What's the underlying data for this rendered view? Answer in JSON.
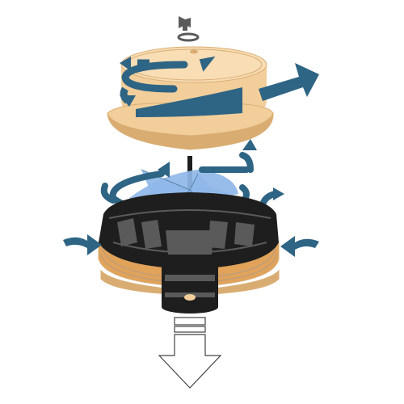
{
  "diagram": {
    "colors": {
      "housing": "#F2CE9A",
      "housing_dark": "#D9AD72",
      "housing_light": "#F8DDB5",
      "flow_arrow": "#2E6484",
      "fan_blade": "#8FB7E8",
      "base_black": "#1E1E1E",
      "base_gray": "#5A5A5A",
      "filter_orange": "#E1A25A",
      "filter_gray": "#9A9A9A",
      "outlet_arrow": "#FFFFFF",
      "outlet_stroke": "#444444"
    },
    "parts": [
      "wing-nut",
      "washer",
      "top-housing-cover",
      "shaft",
      "impeller-fan",
      "fan-base",
      "cartridge-filter",
      "outlet-collar",
      "outlet-pipe"
    ],
    "flows": [
      "inlet-left",
      "inlet-right",
      "swirl-cover",
      "swirl-impeller",
      "exhaust-right",
      "outlet-down"
    ]
  }
}
